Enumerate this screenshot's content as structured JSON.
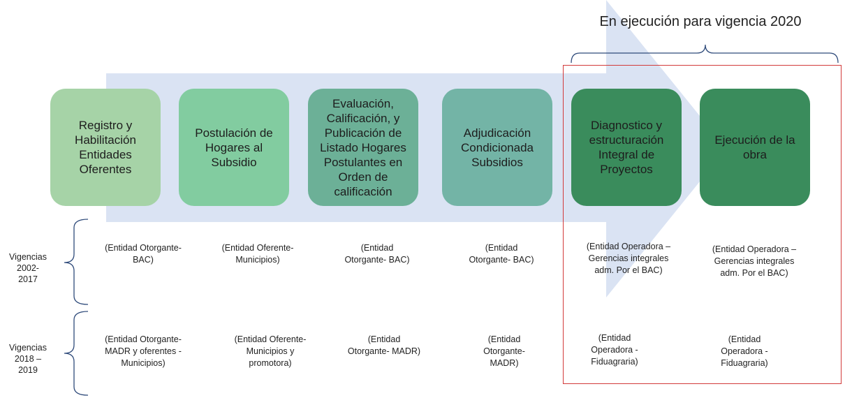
{
  "top_label": "En ejecución para vigencia 2020",
  "steps": [
    {
      "label": "Registro y Habilitación Entidades Oferentes",
      "color": "#a6d3a7"
    },
    {
      "label": "Postulación de Hogares al Subsidio",
      "color": "#82cca0"
    },
    {
      "label": "Evaluación, Calificación, y Publicación de Listado Hogares Postulantes en Orden de calificación",
      "color": "#6cb097"
    },
    {
      "label": "Adjudicación Condicionada Subsidios",
      "color": "#73b4a6"
    },
    {
      "label": "Diagnostico y estructuración Integral de Proyectos",
      "color": "#3a8c5c"
    },
    {
      "label": "Ejecución de la obra",
      "color": "#3a8c5c"
    }
  ],
  "periods": [
    {
      "label": "Vigencias\n2002-\n2017",
      "entities": [
        "(Entidad Otorgante-\nBAC)",
        "(Entidad Oferente-\nMunicipios)",
        "(Entidad\nOtorgante- BAC)",
        "(Entidad\nOtorgante- BAC)",
        "(Entidad Operadora –\nGerencias integrales\nadm. Por el BAC)",
        "(Entidad Operadora –\nGerencias integrales\nadm. Por el BAC)"
      ]
    },
    {
      "label": "Vigencias\n2018 –\n2019",
      "entities": [
        "(Entidad Otorgante-\nMADR y oferentes -\nMunicipios)",
        "(Entidad Oferente-\nMunicipios y\npromotora)",
        "(Entidad\nOtorgante- MADR)",
        "(Entidad\nOtorgante-\nMADR)",
        "(Entidad\nOperadora -\nFiduagraria)",
        "(Entidad\nOperadora -\nFiduagraria)"
      ]
    }
  ],
  "colors": {
    "arrow": "#dae3f3",
    "highlight_border": "#d23a3a",
    "brace": "#2e4a7a"
  }
}
